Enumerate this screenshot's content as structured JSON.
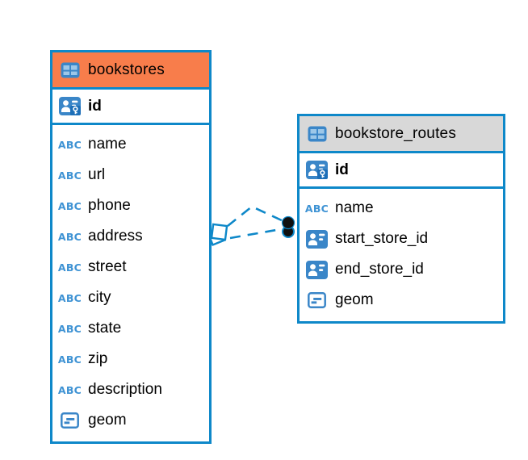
{
  "diagram": {
    "type": "entity-relationship-diagram",
    "colors": {
      "accent": "#0E88C9",
      "icon-blue": "#3A86C8",
      "icon-cell": "#9CC7E8",
      "abc-blue": "#3F93D4",
      "key-box": "#1D6FB8"
    },
    "tables": [
      {
        "name": "bookstores",
        "header_color": "#F87D4B",
        "header_icon": "table-icon",
        "pk": {
          "name": "id",
          "icon": "pk"
        },
        "columns": [
          {
            "name": "name",
            "icon": "abc"
          },
          {
            "name": "url",
            "icon": "abc"
          },
          {
            "name": "phone",
            "icon": "abc"
          },
          {
            "name": "address",
            "icon": "abc"
          },
          {
            "name": "street",
            "icon": "abc"
          },
          {
            "name": "city",
            "icon": "abc"
          },
          {
            "name": "state",
            "icon": "abc"
          },
          {
            "name": "zip",
            "icon": "abc"
          },
          {
            "name": "description",
            "icon": "abc"
          },
          {
            "name": "geom",
            "icon": "geometry"
          }
        ]
      },
      {
        "name": "bookstore_routes",
        "header_color": "#D8D8D8",
        "header_icon": "table-icon",
        "pk": {
          "name": "id",
          "icon": "pk"
        },
        "columns": [
          {
            "name": "name",
            "icon": "abc"
          },
          {
            "name": "start_store_id",
            "icon": "fk"
          },
          {
            "name": "end_store_id",
            "icon": "fk"
          },
          {
            "name": "geom",
            "icon": "geometry"
          }
        ]
      }
    ],
    "relationships": [
      {
        "from_table": "bookstore_routes",
        "from_column": "start_store_id",
        "to_table": "bookstores",
        "style": "dashed"
      },
      {
        "from_table": "bookstore_routes",
        "from_column": "end_store_id",
        "to_table": "bookstores",
        "style": "dashed"
      }
    ]
  }
}
